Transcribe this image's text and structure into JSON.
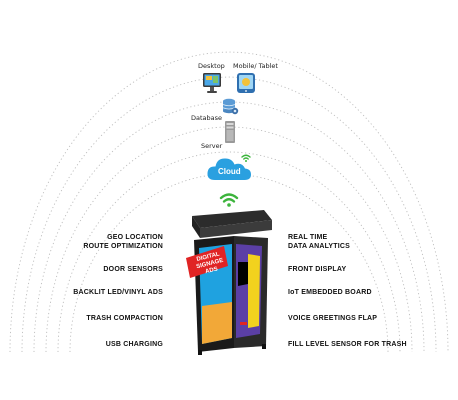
{
  "devices": {
    "desktop_label": "Desktop",
    "mobile_label": "Mobile/ Tablet",
    "database_label": "Database",
    "server_label": "Server",
    "cloud_label": "Cloud"
  },
  "bin": {
    "sign_lines": [
      "DIGITAL",
      "SIGNAGE",
      "ADS"
    ]
  },
  "features": {
    "left": [
      [
        "GEO LOCATION",
        "ROUTE OPTIMIZATION"
      ],
      [
        "DOOR SENSORS"
      ],
      [
        "BACKLIT LED/VINYL ADS"
      ],
      [
        "TRASH COMPACTION"
      ],
      [
        "USB CHARGING"
      ]
    ],
    "right": [
      [
        "REAL TIME",
        "DATA ANALYTICS"
      ],
      [
        "FRONT DISPLAY"
      ],
      [
        "IoT EMBEDDED BOARD"
      ],
      [
        "VOICE GREETINGS FLAP"
      ],
      [
        "FILL LEVEL SENSOR FOR TRASH"
      ]
    ]
  },
  "colors": {
    "accent": "#2aa0e0",
    "wifi": "#3cb43c",
    "sign_red": "#e02424"
  }
}
